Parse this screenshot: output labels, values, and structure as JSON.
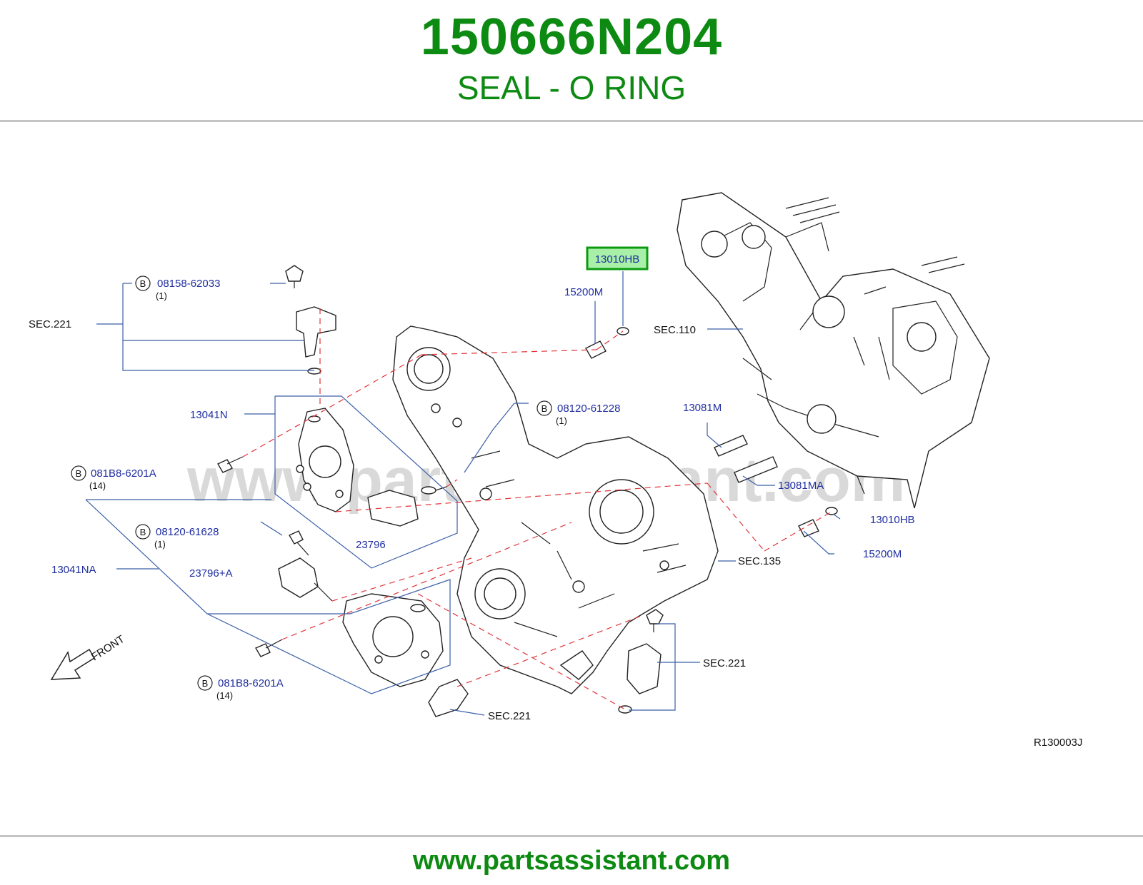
{
  "header": {
    "part_number": "150666N204",
    "description": "SEAL - O RING"
  },
  "footer": {
    "url": "www.partsassistant.com"
  },
  "diagram": {
    "watermark": "www.partsassistant.com",
    "code": "R130003J",
    "front_label": "FRONT",
    "bolt_badge": "B",
    "highlighted": "13010HB",
    "labels": {
      "p15200m_top": "15200M",
      "sec221_left": "SEC.221",
      "bolt_08158": "08158-62033",
      "qty_08158": "(1)",
      "p13041n": "13041N",
      "bolt_081b8_a": "081B8-6201A",
      "qty_081b8_a": "(14)",
      "bolt_08120_61228": "08120-61228",
      "qty_08120_61228": "(1)",
      "p23796": "23796",
      "bolt_08120_61628": "08120-61628",
      "qty_08120_61628": "(1)",
      "p13041na": "13041NA",
      "p23796a": "23796+A",
      "bolt_081b8_b": "081B8-6201A",
      "qty_081b8_b": "(14)",
      "sec110": "SEC.110",
      "p13081m": "13081M",
      "p13081ma": "13081MA",
      "p13010hb_right": "13010HB",
      "p15200m_right": "15200M",
      "sec135": "SEC.135",
      "sec221_right": "SEC.221",
      "sec221_bottom": "SEC.221"
    }
  }
}
